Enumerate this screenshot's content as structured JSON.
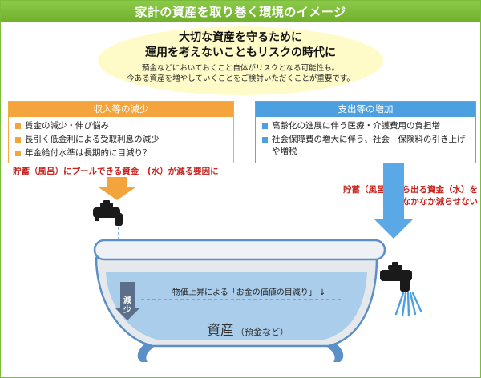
{
  "title": "家計の資産を取り巻く環境のイメージ",
  "cloud": {
    "heading_line1": "大切な資産を守るために",
    "heading_line2": "運用を考えないこともリスクの時代に",
    "body_line1": "預金などにおいておくこと自体がリスクとなる可能性も。",
    "body_line2": "今ある資産を増やしていくことをご検討いただくことが重要です。"
  },
  "income_box": {
    "heading": "収入等の減少",
    "items": [
      "賃金の減少・伸び悩み",
      "長引く低金利による受取利息の減少",
      "年金給付水準は長期的に目減り？"
    ]
  },
  "expense_box": {
    "heading": "支出等の増加",
    "items": [
      "高齢化の進展に伴う医療・介護費用の負担増",
      "社会保障費の増大に伴う、社会　保険料の引き上げや増税"
    ]
  },
  "caption_left": "貯蓄（風呂）にプールできる資金　(水）が減る要因に",
  "caption_right_line1": "貯蓄（風呂）から出る資金（水）を",
  "caption_right_line2": "なかなか減らせない",
  "inflation_label": "物価上昇による「お金の価値の目減り」 ↓",
  "decrease_label_1": "減",
  "decrease_label_2": "少",
  "asset_label": "資産",
  "asset_sublabel": "（預金など）",
  "colors": {
    "green": "#7bbd3a",
    "orange": "#f3a43c",
    "blue": "#4da0e0",
    "red_text": "#c8231e",
    "water": "#a9cdea"
  },
  "icons": [
    "faucet-icon",
    "arrow-down-icon",
    "bathtub-icon"
  ]
}
